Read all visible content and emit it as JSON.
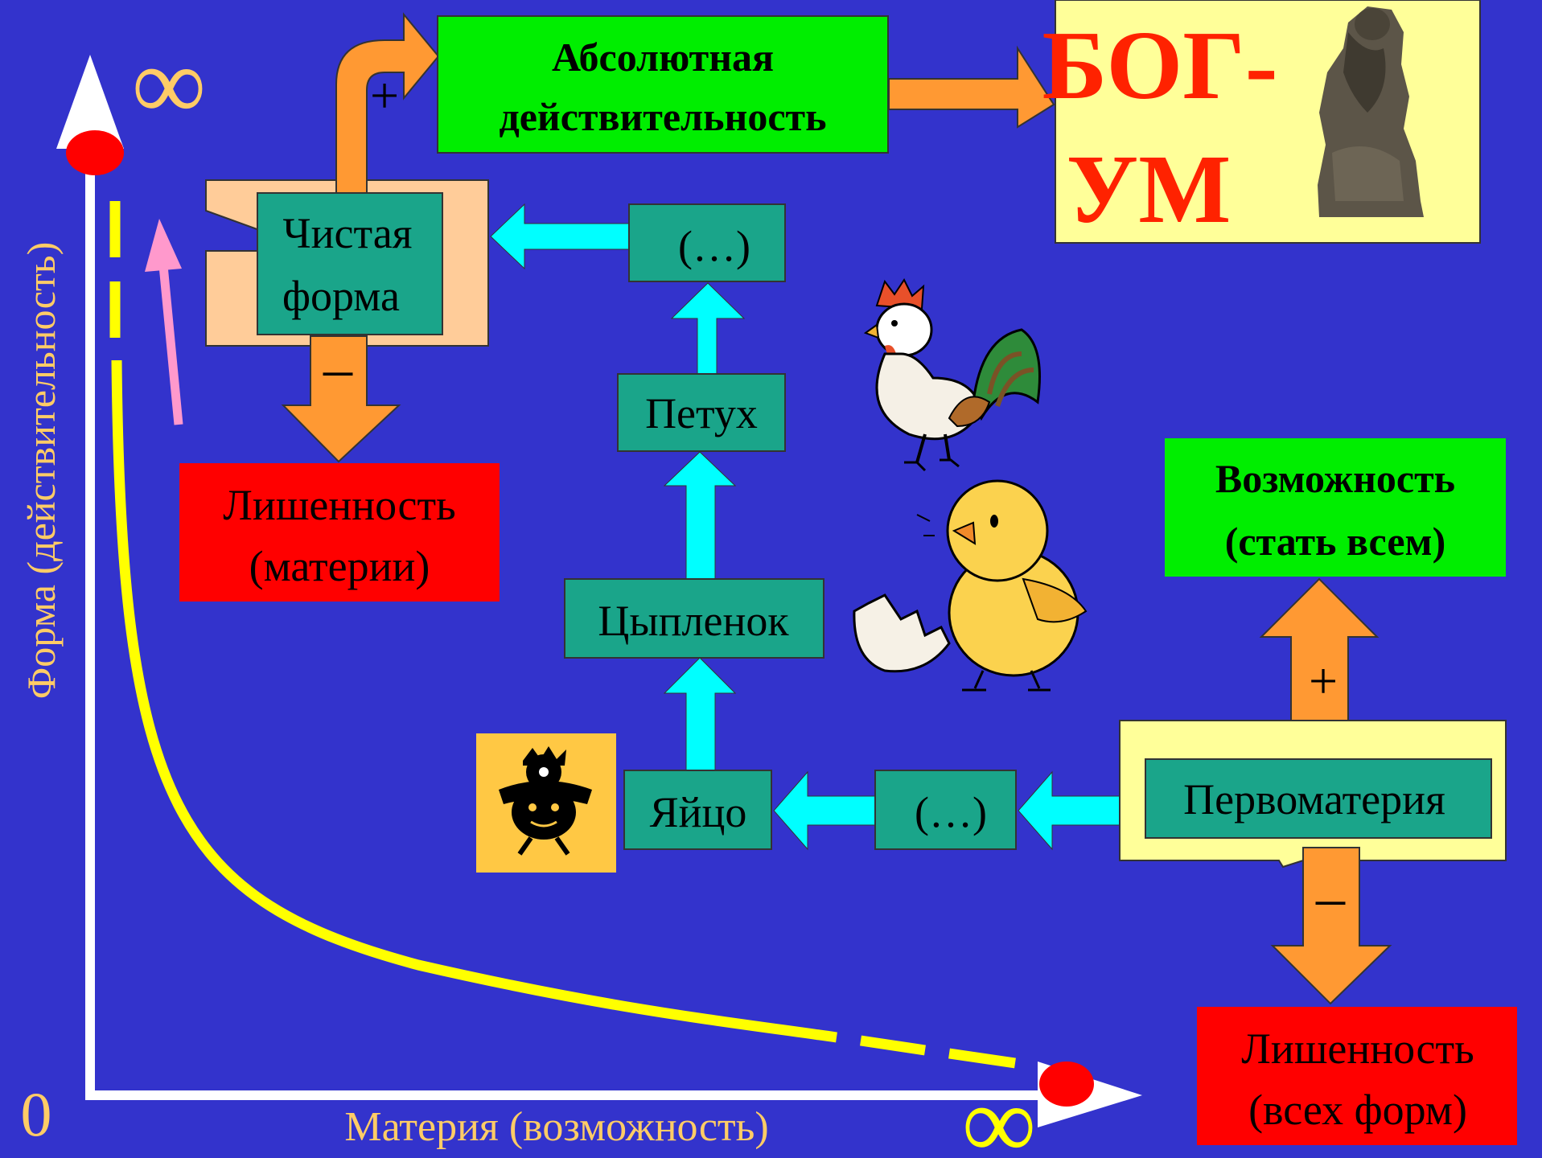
{
  "axes": {
    "y_label": "Форма (действительность)",
    "x_label": "Материя (возможность)",
    "origin": "0",
    "infinity_top": "∞",
    "infinity_right": "∞"
  },
  "boxes": {
    "absolute": [
      "Абсолютная",
      "действительность"
    ],
    "god": [
      "БОГ-",
      "УМ"
    ],
    "pure_form": [
      "Чистая",
      "форма"
    ],
    "privation_matter": [
      "Лишенность",
      "(материи)"
    ],
    "ellipsis_top": "(…)",
    "rooster": "Петух",
    "chick": "Цыпленок",
    "egg": "Яйцо",
    "ellipsis_bottom": "(…)",
    "prime_matter": "Первоматерия",
    "possibility": [
      "Возможность",
      "(стать всем)"
    ],
    "privation_forms": [
      "Лишенность",
      "(всех форм)"
    ]
  },
  "signs": {
    "plus_top": "+",
    "minus_top": "–",
    "plus_right": "+",
    "minus_right": "–"
  },
  "colors": {
    "background": "#3333cc",
    "teal": "#1aa58a",
    "green": "#00ee00",
    "red": "#ff0000",
    "cream": "#ffff99",
    "peach": "#ffcc99",
    "orange": "#ff9933",
    "cyan": "#00ffff",
    "yellow": "#ffff00",
    "axis_label": "#ffcc66"
  },
  "icons": [
    "rooster-icon",
    "chick-icon",
    "eggshell-icon",
    "hatchling-icon",
    "thinker-statue-icon"
  ]
}
